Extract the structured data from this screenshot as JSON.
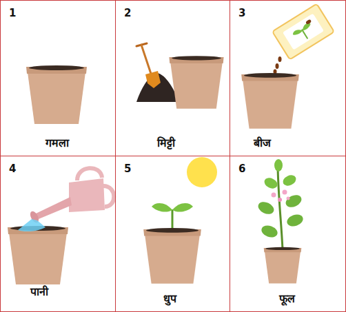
{
  "diagram": {
    "nodes": [
      {
        "text": [
          "1",
          "गमला"
        ]
      },
      {
        "text": [
          "2",
          "मिट्टी"
        ]
      },
      {
        "text": [
          "3",
          "बीज"
        ]
      },
      {
        "text": [
          "4",
          "पानी"
        ]
      },
      {
        "text": [
          "5",
          "धुप"
        ]
      },
      {
        "text": [
          "6",
          "फूल"
        ]
      }
    ]
  }
}
